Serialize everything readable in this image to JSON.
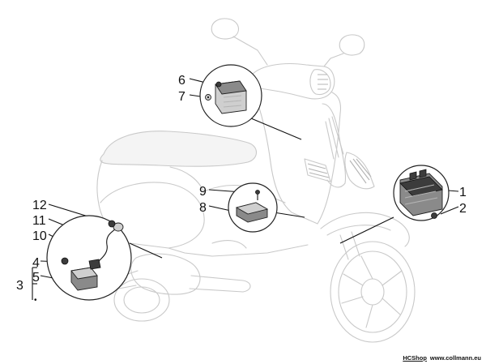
{
  "callouts": {
    "n1": "1",
    "n2": "2",
    "n3": "3",
    "n4": "4",
    "n5": "5",
    "n6": "6",
    "n7": "7",
    "n8": "8",
    "n9": "9",
    "n10": "10",
    "n11": "11",
    "n12": "12",
    "bullet": "•"
  },
  "footer": {
    "shop": "HCShop",
    "site": "www.collmann.eu"
  }
}
